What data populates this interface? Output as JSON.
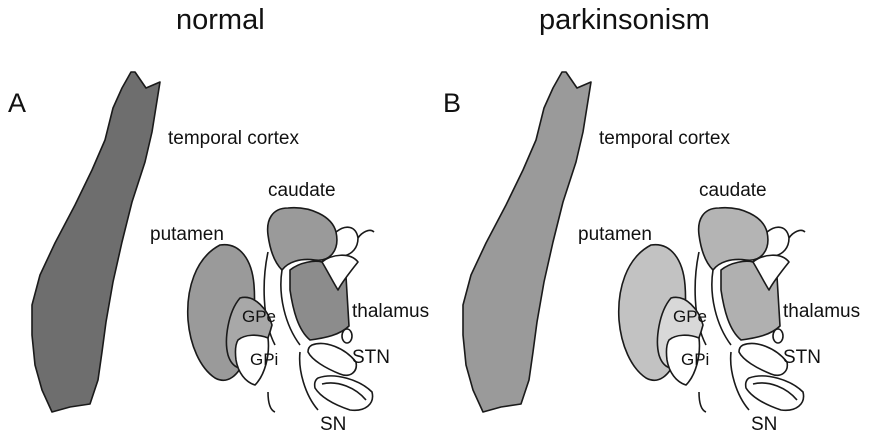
{
  "panels": [
    {
      "title": "normal",
      "letter": "A",
      "labels": {
        "temporal_cortex": "temporal cortex",
        "caudate": "caudate",
        "putamen": "putamen",
        "thalamus": "thalamus",
        "gpe": "GPe",
        "gpi": "GPi",
        "stn": "STN",
        "sn": "SN"
      },
      "colors": {
        "cortex": "#6e6e6e",
        "caudate": "#9a9a9a",
        "putamen": "#9a9a9a",
        "gpe": "#a8a8a8",
        "gpi": "#ffffff",
        "thalamus": "#8c8c8c",
        "stn": "#ffffff",
        "sn": "#ffffff"
      }
    },
    {
      "title": "parkinsonism",
      "letter": "B",
      "labels": {
        "temporal_cortex": "temporal cortex",
        "caudate": "caudate",
        "putamen": "putamen",
        "thalamus": "thalamus",
        "gpe": "GPe",
        "gpi": "GPi",
        "stn": "STN",
        "sn": "SN"
      },
      "colors": {
        "cortex": "#9a9a9a",
        "caudate": "#b4b4b4",
        "putamen": "#c2c2c2",
        "gpe": "#d8d8d8",
        "gpi": "#ffffff",
        "thalamus": "#b0b0b0",
        "stn": "#ffffff",
        "sn": "#ffffff"
      }
    }
  ]
}
